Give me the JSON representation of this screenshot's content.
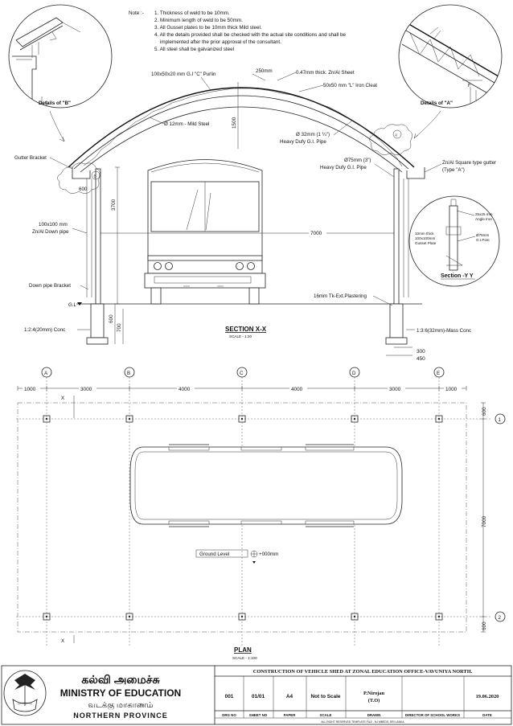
{
  "notes": {
    "heading": "Note :-",
    "items": [
      "1. Thickness of weld to be 10mm.",
      "2. Minimum length of weld to be 50mm.",
      "3. All Gusset plates to be 10mm thick Mild steel.",
      "4. All the details provided shall be checked with the actual site conditions and shall be",
      "implemented after the prior approval of the consultant.",
      "5. All steel shall be  galvanized steel"
    ]
  },
  "details": {
    "detail_b": "Details of \"B\"",
    "detail_a": "Details of \"A\"",
    "marker_a": "A",
    "marker_b": "B",
    "marker_f": "F"
  },
  "section_xx": {
    "title": "SECTION X-X",
    "scale": "SCALE - 1:20",
    "labels": {
      "purlin": "100x50x20 mm G.I \"C\" Purlin",
      "d250": "250mm",
      "sheet": "0.47mm thick. Zn/Al Sheet",
      "cleat": "50x50 mm \"L\" Iron Cleat",
      "d1500": "1500",
      "mild_steel": "Ø 12mm - Mild Steel",
      "pipe32": "Ø 32mm (1 ¼\")",
      "pipe32b": "Heavy Dufy G.I. Pipe",
      "pipe75": "Ø75mm (3\")",
      "pipe75b": "Heavy Dufy G.I. Pipe",
      "gutter_bracket": "Gutter Bracket",
      "d600": "600",
      "gutter_a1": "Zn/Al Square type gutter",
      "gutter_a2": "(Type \"A\")",
      "down_pipe1": "100x100 mm",
      "down_pipe2": "Zn/Al Down pipe",
      "d3700": "3700",
      "d7000": "7000",
      "down_bracket": "Down pipe Bracket",
      "gl": "G.L",
      "plaster": "16mm Tk-Ext.Plastering",
      "conc_left": "1:2:4(20mm) Conc",
      "conc_right": "1:3:6(32mm)-Mass Conc",
      "d600b": "600",
      "d700": "700",
      "d300": "300",
      "d450": "450"
    }
  },
  "section_yy": {
    "title": "Section -Y Y",
    "angle1": "25x25 mm",
    "angle2": "Angle Iron",
    "gusset1": "10mm thick",
    "gusset2": "100x100mm",
    "gusset3": "Gusset Plate",
    "post1": "Ø75mm",
    "post2": "G.I.Post"
  },
  "plan": {
    "title": "PLAN",
    "scale": "SCALE - 1:100",
    "grid_cols": [
      "A",
      "B",
      "C",
      "D",
      "E"
    ],
    "grid_rows": [
      "1",
      "2"
    ],
    "top_dims": [
      "1000",
      "3000",
      "4000",
      "4000",
      "3000",
      "1000"
    ],
    "side_dims": [
      "600",
      "7000",
      "600"
    ],
    "ground_label": "Ground Level",
    "ground_value": "+000mm",
    "cut_marker": "X"
  },
  "title_block": {
    "ministry_tamil": "கல்வி அமைச்சு",
    "ministry": "MINISTRY OF EDUCATION",
    "province_tamil": "வடக்கு மாகாணம்",
    "province": "NORTHERN PROVINCE",
    "project": "CONSTRUCTION OF VEHICLE SHED AT ZONAL EDUCATION OFFICE-VAVUNIYA NORTH.",
    "drg_no": "001",
    "sheet_no": "01/01",
    "paper": "A4",
    "scale": "Not to Scale",
    "drawn": "P.Nirojan",
    "drawn_title": "(T.O)",
    "director": "",
    "date": "19.06.2020",
    "headers": [
      "DRG NO",
      "SHEET NO",
      "PAPER",
      "SCALE",
      "DRAWN",
      "DIRECTOR OF SCHOOL WORKS",
      "DATE"
    ],
    "footer": "ALL RIGHT RESERVED TEMPLATE FILE - NJ MBEDS, SRI LANKA"
  }
}
